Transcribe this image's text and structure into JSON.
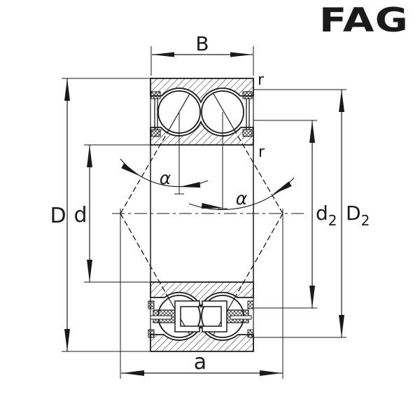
{
  "brand": {
    "logo": "FAG",
    "logo_color": "#D51937"
  },
  "drawing": {
    "title": "double-row angular contact ball bearing cross-section",
    "line_color": "#1a1a1a",
    "background_color": "#ffffff"
  },
  "labels": {
    "width": "B",
    "outer_diameter": "D",
    "bore_diameter": "d",
    "inner_shoulder_base": "d",
    "inner_shoulder_sub": "2",
    "outer_shoulder_base": "D",
    "outer_shoulder_sub": "2",
    "pressure_center_distance": "a",
    "chamfer_outer": "r",
    "chamfer_inner": "r",
    "contact_angle_left": "α",
    "contact_angle_right": "α"
  }
}
